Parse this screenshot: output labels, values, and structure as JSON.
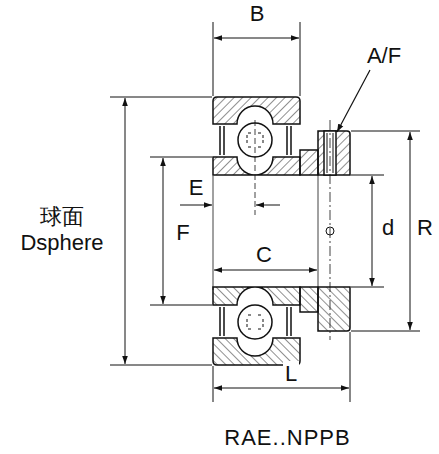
{
  "diagram": {
    "caption": "RAE..NPPB",
    "labels": [
      "B",
      "A/F",
      "球面 Dsphere",
      "E",
      "F",
      "d",
      "R",
      "C",
      "L"
    ]
  }
}
